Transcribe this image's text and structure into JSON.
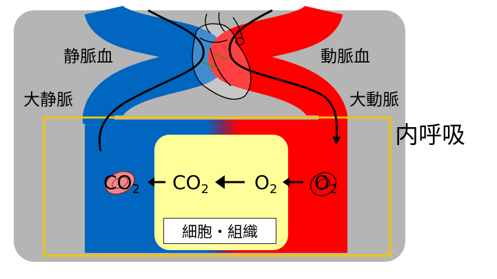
{
  "title": "内呼吸",
  "labels": {
    "vein_blood": "静脈血",
    "artery_blood": "動脈血",
    "vena_cava": "大静脈",
    "aorta": "大動脈",
    "cell_tissue": "細胞・組織"
  },
  "chemicals": {
    "co2": "CO",
    "o2": "O",
    "subscript": "2"
  },
  "colors": {
    "vein": "#0066c0",
    "artery": "#ff0000",
    "background_panel": "#b5b5b5",
    "cell": "#ffff99",
    "frame": "#f5c400",
    "red_cell": "#f08a8a"
  }
}
